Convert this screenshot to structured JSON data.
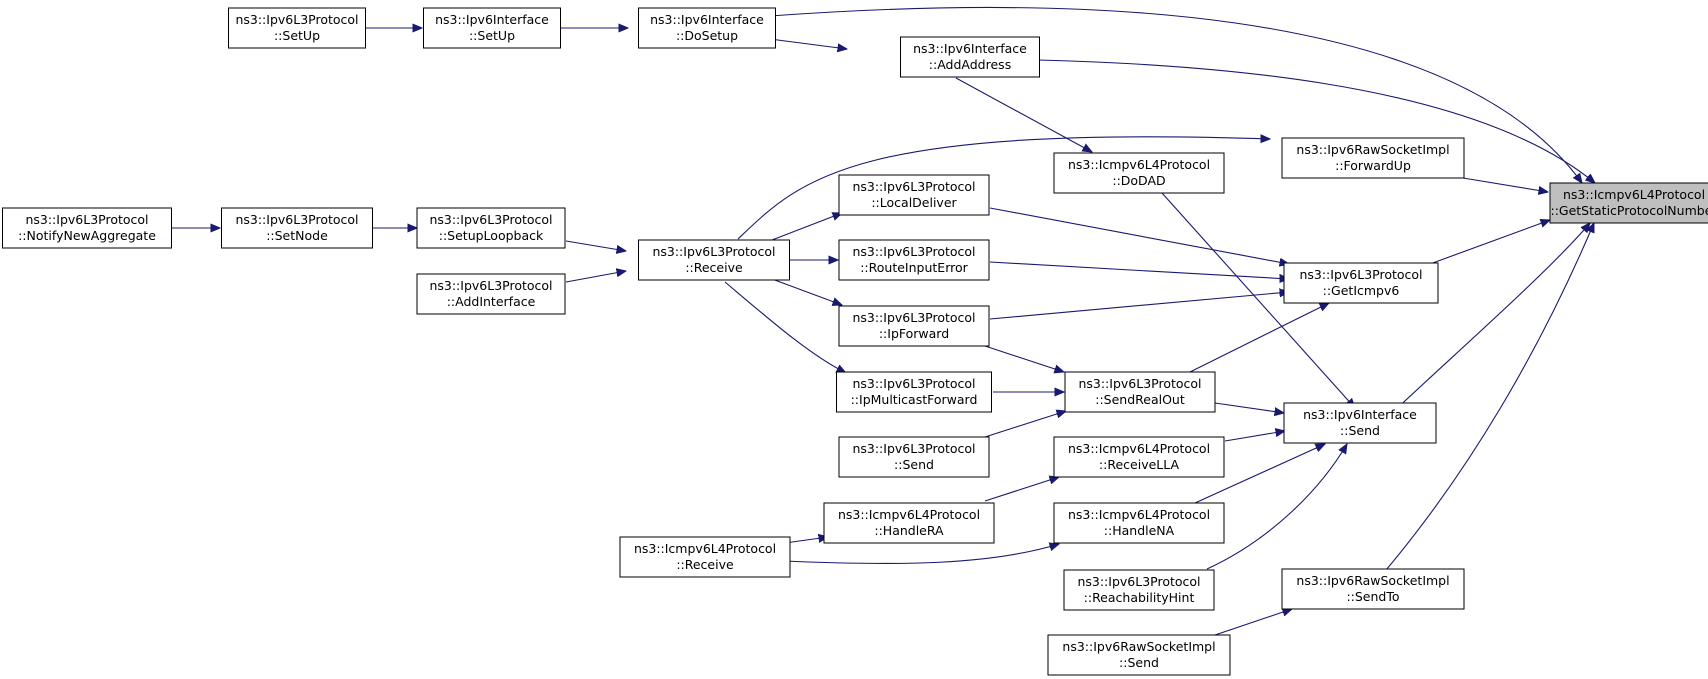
{
  "graph": {
    "nodes": [
      {
        "id": "n0",
        "line1": "ns3::Icmpv6L4Protocol",
        "line2": "::GetStaticProtocolNumber",
        "focus": true
      },
      {
        "id": "n1",
        "line1": "ns3::Ipv6Interface",
        "line2": "::DoSetup"
      },
      {
        "id": "n2",
        "line1": "ns3::Ipv6Interface",
        "line2": "::SetUp"
      },
      {
        "id": "n3",
        "line1": "ns3::Ipv6L3Protocol",
        "line2": "::SetUp"
      },
      {
        "id": "n4",
        "line1": "ns3::Ipv6Interface",
        "line2": "::AddAddress"
      },
      {
        "id": "n5",
        "line1": "ns3::Icmpv6L4Protocol",
        "line2": "::DoDAD"
      },
      {
        "id": "n6",
        "line1": "ns3::Ipv6RawSocketImpl",
        "line2": "::ForwardUp"
      },
      {
        "id": "n7",
        "line1": "ns3::Ipv6L3Protocol",
        "line2": "::Receive"
      },
      {
        "id": "n8",
        "line1": "ns3::Ipv6L3Protocol",
        "line2": "::SetupLoopback"
      },
      {
        "id": "n9",
        "line1": "ns3::Ipv6L3Protocol",
        "line2": "::SetNode"
      },
      {
        "id": "n10",
        "line1": "ns3::Ipv6L3Protocol",
        "line2": "::NotifyNewAggregate"
      },
      {
        "id": "n11",
        "line1": "ns3::Ipv6L3Protocol",
        "line2": "::AddInterface"
      },
      {
        "id": "n12",
        "line1": "ns3::Ipv6L3Protocol",
        "line2": "::GetIcmpv6"
      },
      {
        "id": "n13",
        "line1": "ns3::Ipv6L3Protocol",
        "line2": "::LocalDeliver"
      },
      {
        "id": "n14",
        "line1": "ns3::Ipv6L3Protocol",
        "line2": "::RouteInputError"
      },
      {
        "id": "n15",
        "line1": "ns3::Ipv6L3Protocol",
        "line2": "::IpForward"
      },
      {
        "id": "n16",
        "line1": "ns3::Ipv6L3Protocol",
        "line2": "::SendRealOut"
      },
      {
        "id": "n17",
        "line1": "ns3::Ipv6L3Protocol",
        "line2": "::IpMulticastForward"
      },
      {
        "id": "n18",
        "line1": "ns3::Ipv6L3Protocol",
        "line2": "::Send"
      },
      {
        "id": "n19",
        "line1": "ns3::Ipv6Interface",
        "line2": "::Send"
      },
      {
        "id": "n20",
        "line1": "ns3::Icmpv6L4Protocol",
        "line2": "::ReceiveLLA"
      },
      {
        "id": "n21",
        "line1": "ns3::Icmpv6L4Protocol",
        "line2": "::HandleRA"
      },
      {
        "id": "n22",
        "line1": "ns3::Icmpv6L4Protocol",
        "line2": "::Receive"
      },
      {
        "id": "n23",
        "line1": "ns3::Icmpv6L4Protocol",
        "line2": "::HandleNA"
      },
      {
        "id": "n24",
        "line1": "ns3::Ipv6L3Protocol",
        "line2": "::ReachabilityHint"
      },
      {
        "id": "n25",
        "line1": "ns3::Ipv6RawSocketImpl",
        "line2": "::SendTo"
      },
      {
        "id": "n26",
        "line1": "ns3::Ipv6RawSocketImpl",
        "line2": "::Send"
      }
    ],
    "edges": [
      {
        "from": "n1",
        "to": "n0"
      },
      {
        "from": "n4",
        "to": "n0"
      },
      {
        "from": "n6",
        "to": "n0"
      },
      {
        "from": "n12",
        "to": "n0"
      },
      {
        "from": "n19",
        "to": "n0"
      },
      {
        "from": "n25",
        "to": "n0"
      },
      {
        "from": "n2",
        "to": "n1"
      },
      {
        "from": "n3",
        "to": "n2"
      },
      {
        "from": "n1",
        "to": "n4"
      },
      {
        "from": "n4",
        "to": "n5"
      },
      {
        "from": "n7",
        "to": "n6"
      },
      {
        "from": "n8",
        "to": "n7"
      },
      {
        "from": "n9",
        "to": "n8"
      },
      {
        "from": "n10",
        "to": "n9"
      },
      {
        "from": "n11",
        "to": "n7"
      },
      {
        "from": "n13",
        "to": "n12"
      },
      {
        "from": "n14",
        "to": "n12"
      },
      {
        "from": "n15",
        "to": "n12"
      },
      {
        "from": "n16",
        "to": "n12"
      },
      {
        "from": "n7",
        "to": "n13"
      },
      {
        "from": "n7",
        "to": "n14"
      },
      {
        "from": "n7",
        "to": "n15"
      },
      {
        "from": "n7",
        "to": "n17"
      },
      {
        "from": "n15",
        "to": "n16"
      },
      {
        "from": "n17",
        "to": "n16"
      },
      {
        "from": "n18",
        "to": "n16"
      },
      {
        "from": "n16",
        "to": "n19"
      },
      {
        "from": "n5",
        "to": "n19"
      },
      {
        "from": "n20",
        "to": "n19"
      },
      {
        "from": "n23",
        "to": "n19"
      },
      {
        "from": "n24",
        "to": "n19"
      },
      {
        "from": "n21",
        "to": "n20"
      },
      {
        "from": "n22",
        "to": "n21"
      },
      {
        "from": "n22",
        "to": "n23"
      },
      {
        "from": "n26",
        "to": "n25"
      }
    ]
  }
}
